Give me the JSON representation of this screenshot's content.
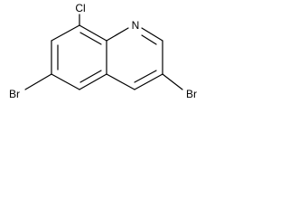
{
  "molecule": {
    "atoms": {
      "chlorine": "Cl",
      "nitrogen": "N",
      "bromine_left": "Br",
      "bromine_right": "Br"
    }
  }
}
